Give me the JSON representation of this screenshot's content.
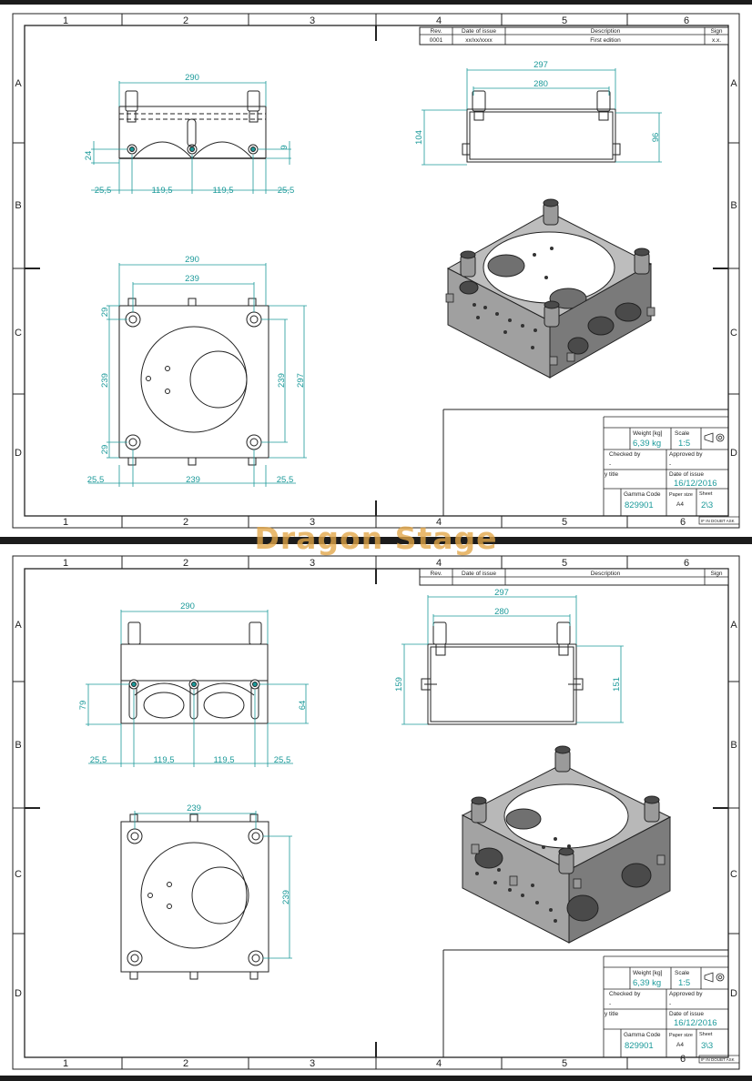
{
  "watermark": "Dragon Stage",
  "colors": {
    "dimension": "#1c9a9a",
    "line": "#222222",
    "metal_light": "#b5b5b5",
    "metal_mid": "#8c8c8c",
    "metal_dark": "#5a5a5a",
    "watermark": "#e2a546"
  },
  "frame": {
    "columns": [
      "1",
      "2",
      "3",
      "4",
      "5",
      "6"
    ],
    "rows": [
      "A",
      "B",
      "C",
      "D"
    ]
  },
  "sheets": [
    {
      "revision_table": {
        "headers": [
          "Rev.",
          "Date of issue",
          "Description",
          "Sign"
        ],
        "row": [
          "0001",
          "xx/xx/xxxx",
          "First edition",
          "x.x."
        ]
      },
      "dims": {
        "front_width": "290",
        "front_left_edge": "25,5",
        "front_spacing_1": "119,5",
        "front_spacing_2": "119,5",
        "front_right_edge": "25,5",
        "front_left_height": "24",
        "front_right_height": "9",
        "side_outer_width": "297",
        "side_inner_width": "280",
        "side_left_height": "104",
        "side_right_height": "96",
        "top_outer_width": "290",
        "top_inner_width": "239",
        "top_left_edge_top": "29",
        "top_left_spacing": "239",
        "top_left_edge_bottom": "29",
        "top_right_spacing": "239",
        "top_right_outer": "297",
        "top_bottom_left_edge": "25,5",
        "top_bottom_spacing": "239",
        "top_bottom_right_edge": "25,5"
      },
      "title_block": {
        "weight_label": "Weight [kg]",
        "weight_value": "6,39 kg",
        "scale_label": "Scale",
        "scale_value": "1:5",
        "checked_label": "Checked by",
        "checked_value": "-",
        "approved_label": "Approved by",
        "approved_value": "-",
        "title_label": "y title",
        "date_label": "Date of issue",
        "date_value": "16/12/2016",
        "code_label": "Gamma Code",
        "code_value": "829901",
        "paper_label": "Paper size",
        "paper_value": "A4",
        "sheet_label": "Sheet",
        "sheet_value": "2\\3",
        "footer_note": "IF IN DOUBT ASK"
      }
    },
    {
      "revision_table": {
        "headers": [
          "Rev.",
          "Date of issue",
          "Description",
          "Sign"
        ],
        "row": [
          "",
          "",
          "",
          ""
        ]
      },
      "dims": {
        "front_width": "290",
        "front_left_edge": "25,5",
        "front_spacing_1": "119,5",
        "front_spacing_2": "119,5",
        "front_right_edge": "25,5",
        "front_left_height": "79",
        "front_right_height": "64",
        "side_outer_width": "297",
        "side_inner_width": "280",
        "side_left_height": "159",
        "side_right_height": "151",
        "top_inner_width": "239",
        "top_right_spacing": "239"
      },
      "title_block": {
        "weight_label": "Weight [kg]",
        "weight_value": "6,39 kg",
        "scale_label": "Scale",
        "scale_value": "1:5",
        "checked_label": "Checked by",
        "checked_value": "-",
        "approved_label": "Approved by",
        "approved_value": "-",
        "title_label": "y title",
        "date_label": "Date of issue",
        "date_value": "16/12/2016",
        "code_label": "Gamma Code",
        "code_value": "829901",
        "paper_label": "Paper size",
        "paper_value": "A4",
        "sheet_label": "Sheet",
        "sheet_value": "3\\3",
        "footer_note": "IF IN DOUBT ASK"
      }
    }
  ]
}
